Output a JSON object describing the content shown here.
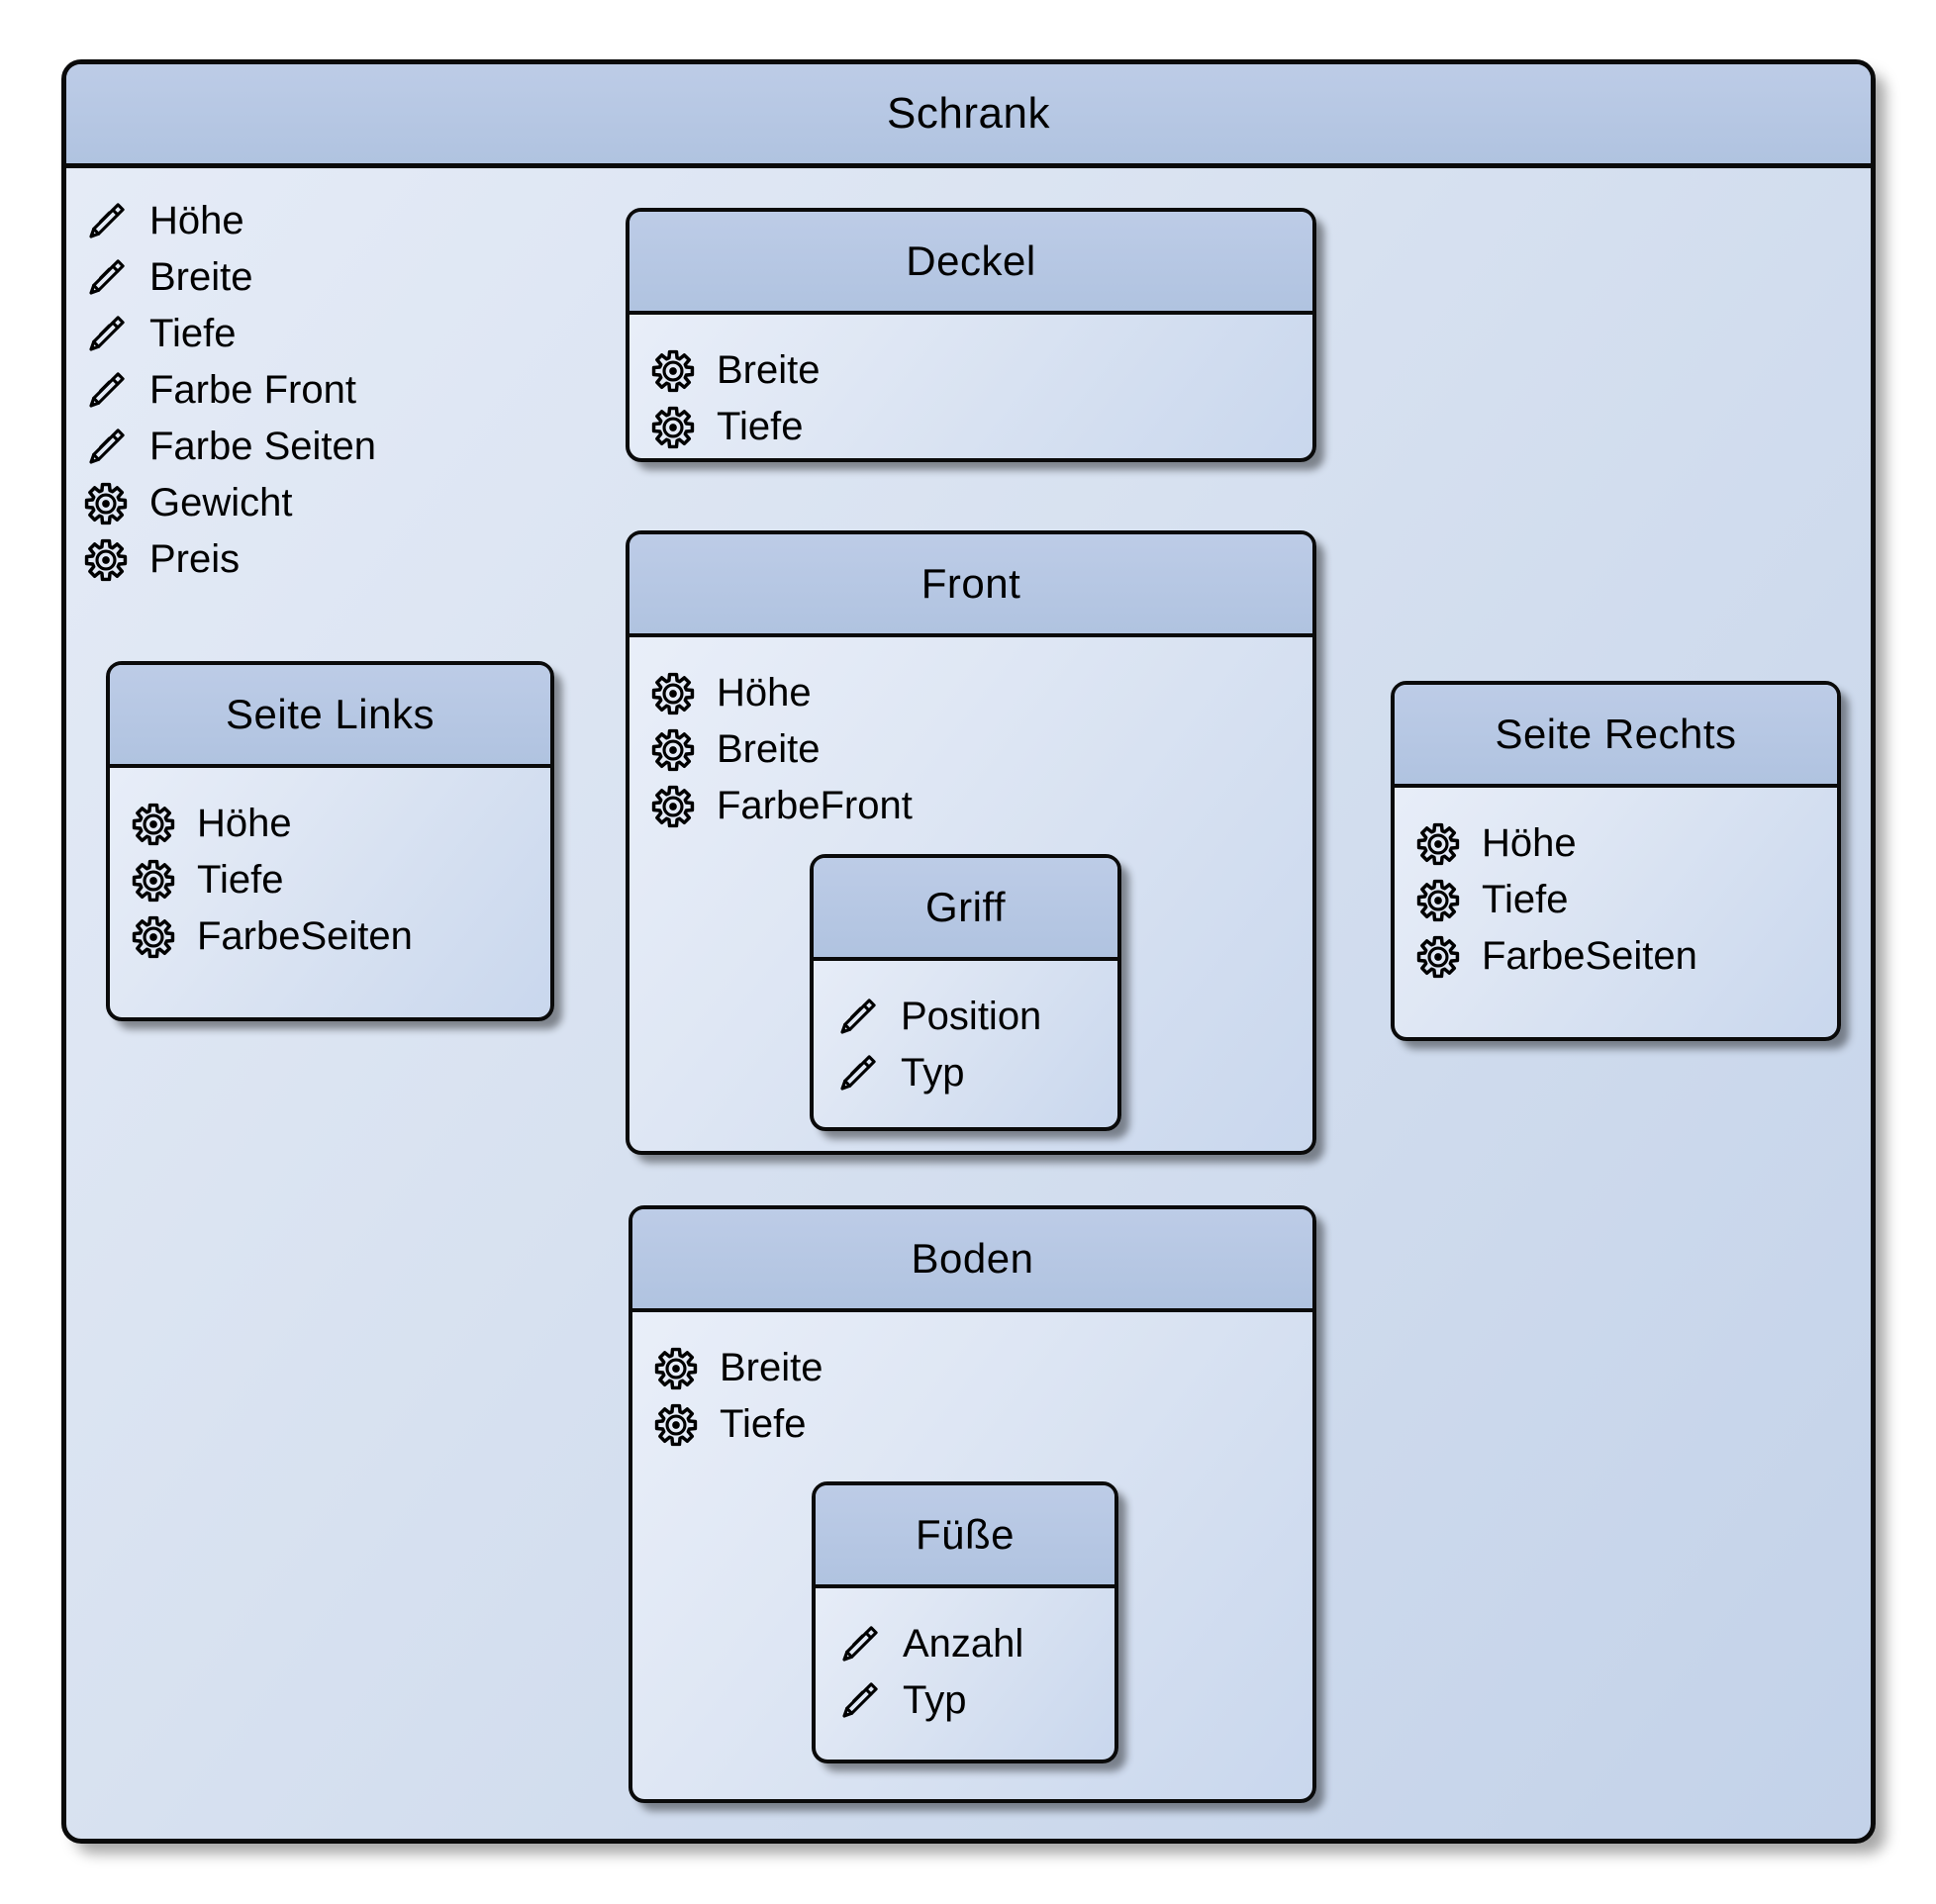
{
  "diagram": {
    "root": {
      "id": "schrank",
      "title": "Schrank",
      "attributes": [
        {
          "icon": "pencil",
          "label": "Höhe"
        },
        {
          "icon": "pencil",
          "label": "Breite"
        },
        {
          "icon": "pencil",
          "label": "Tiefe"
        },
        {
          "icon": "pencil",
          "label": "Farbe Front"
        },
        {
          "icon": "pencil",
          "label": "Farbe Seiten"
        },
        {
          "icon": "gear",
          "label": "Gewicht"
        },
        {
          "icon": "gear",
          "label": "Preis"
        }
      ]
    },
    "boxes": [
      {
        "id": "deckel",
        "title": "Deckel",
        "attributes": [
          {
            "icon": "gear",
            "label": "Breite"
          },
          {
            "icon": "gear",
            "label": "Tiefe"
          }
        ]
      },
      {
        "id": "front",
        "title": "Front",
        "attributes": [
          {
            "icon": "gear",
            "label": "Höhe"
          },
          {
            "icon": "gear",
            "label": "Breite"
          },
          {
            "icon": "gear",
            "label": "FarbeFront"
          }
        ]
      },
      {
        "id": "griff",
        "title": "Griff",
        "attributes": [
          {
            "icon": "pencil",
            "label": "Position"
          },
          {
            "icon": "pencil",
            "label": "Typ"
          }
        ]
      },
      {
        "id": "seite-links",
        "title": "Seite Links",
        "attributes": [
          {
            "icon": "gear",
            "label": "Höhe"
          },
          {
            "icon": "gear",
            "label": "Tiefe"
          },
          {
            "icon": "gear",
            "label": "FarbeSeiten"
          }
        ]
      },
      {
        "id": "seite-rechts",
        "title": "Seite Rechts",
        "attributes": [
          {
            "icon": "gear",
            "label": "Höhe"
          },
          {
            "icon": "gear",
            "label": "Tiefe"
          },
          {
            "icon": "gear",
            "label": "FarbeSeiten"
          }
        ]
      },
      {
        "id": "boden",
        "title": "Boden",
        "attributes": [
          {
            "icon": "gear",
            "label": "Breite"
          },
          {
            "icon": "gear",
            "label": "Tiefe"
          }
        ]
      },
      {
        "id": "fuesse",
        "title": "Füße",
        "attributes": [
          {
            "icon": "pencil",
            "label": "Anzahl"
          },
          {
            "icon": "pencil",
            "label": "Typ"
          }
        ]
      }
    ],
    "icons": {
      "pencil": "pencil-icon",
      "gear": "gear-icon"
    }
  },
  "colors": {
    "header_light": "#bdcce7",
    "header_dark": "#b0c3e0",
    "outer_body_dark": "#c3d2e9",
    "inner_body_light": "#ebf0fa",
    "inner_body_dark": "#c9d7ed",
    "border": "#0a0a0a",
    "text": "#000000",
    "page_background": "#ffffff"
  }
}
